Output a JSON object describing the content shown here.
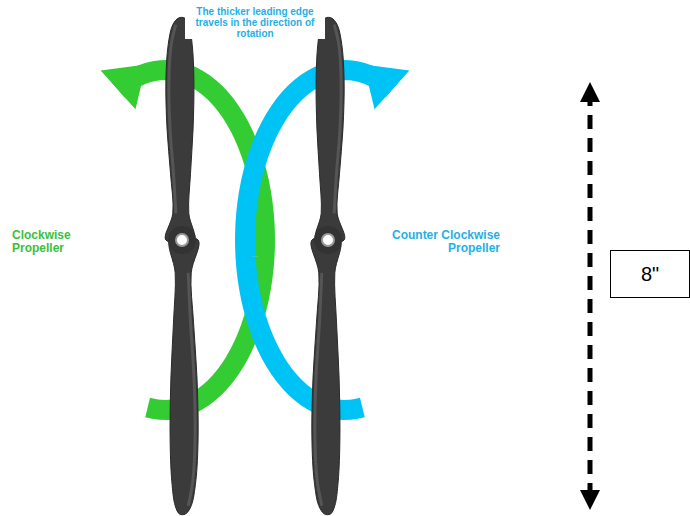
{
  "diagram": {
    "nodes": [
      {
        "text": [
          "8\""
        ]
      }
    ],
    "labels": [
      "The thicker leading edge travels in the direction of rotation",
      "Clockwise Propeller",
      "Counter Clockwise Propeller"
    ]
  }
}
